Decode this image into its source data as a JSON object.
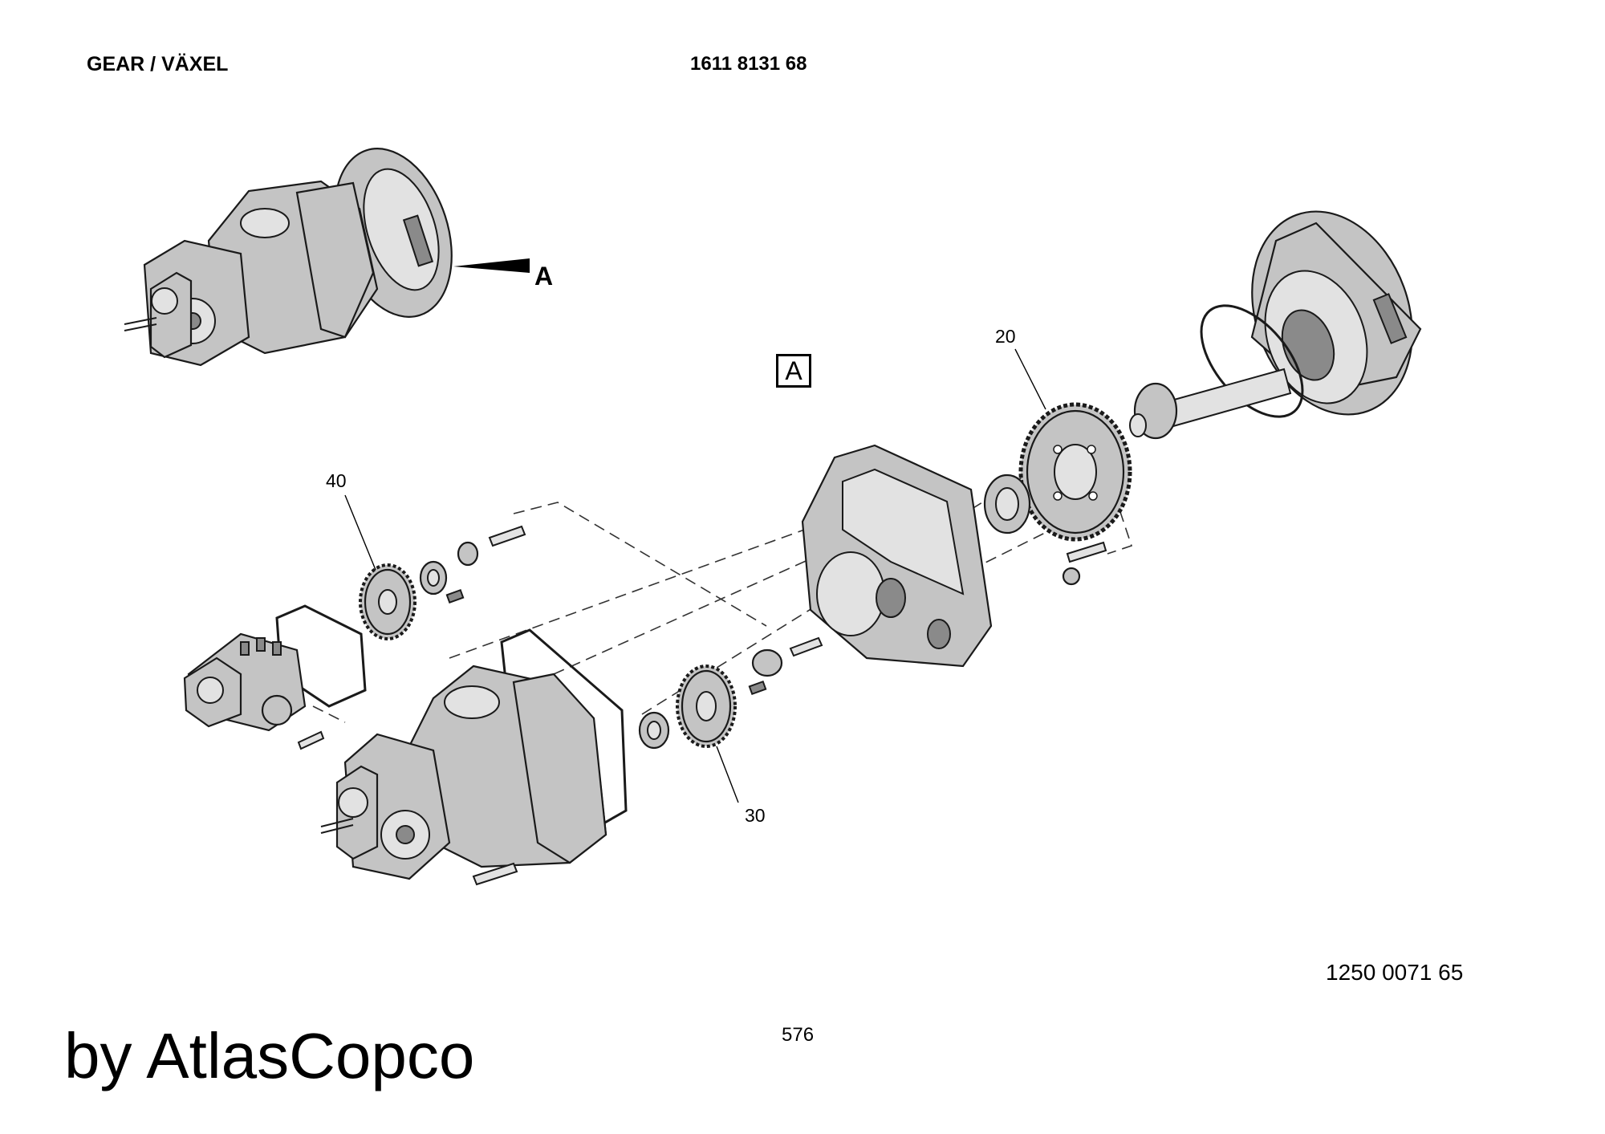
{
  "header": {
    "title": "GEAR / VÄXEL",
    "part_number": "1611 8131 68"
  },
  "view": {
    "label": "A",
    "box_label": "A"
  },
  "callouts": [
    {
      "id": "20",
      "label": "20"
    },
    {
      "id": "30",
      "label": "30"
    },
    {
      "id": "40",
      "label": "40"
    }
  ],
  "footer": {
    "document_number": "1250 0071 65",
    "page_number": "576",
    "brand": "by AtlasCopco"
  },
  "colors": {
    "part_fill": "#c4c4c4",
    "outline": "#1a1a1a",
    "background": "#ffffff"
  }
}
